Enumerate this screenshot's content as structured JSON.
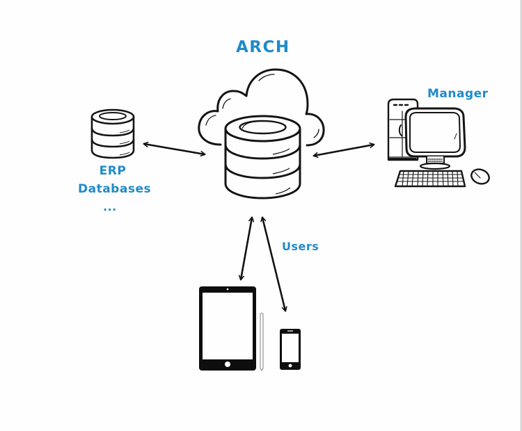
{
  "diagram": {
    "title": "ARCH",
    "accent_color": "#1f8bc8",
    "line_color": "#111111",
    "nodes": [
      {
        "id": "central",
        "icon": "cloud-database-icon",
        "label": ""
      },
      {
        "id": "erp",
        "icon": "database-icon",
        "label_lines": [
          "ERP",
          "Databases",
          "..."
        ]
      },
      {
        "id": "manager",
        "icon": "desktop-computer-icon",
        "label": "Manager"
      },
      {
        "id": "users",
        "icon": "tablet-and-phone-icon",
        "label": "Users"
      }
    ],
    "edges": [
      {
        "from": "erp",
        "to": "central",
        "direction": "bidirectional"
      },
      {
        "from": "central",
        "to": "manager",
        "direction": "bidirectional"
      },
      {
        "from": "central",
        "to": "tablet",
        "direction": "bidirectional"
      },
      {
        "from": "central",
        "to": "phone",
        "direction": "bidirectional"
      }
    ]
  },
  "labels": {
    "title": "ARCH",
    "erp_line1": "ERP",
    "erp_line2": "Databases",
    "erp_line3": "...",
    "manager": "Manager",
    "users": "Users"
  }
}
